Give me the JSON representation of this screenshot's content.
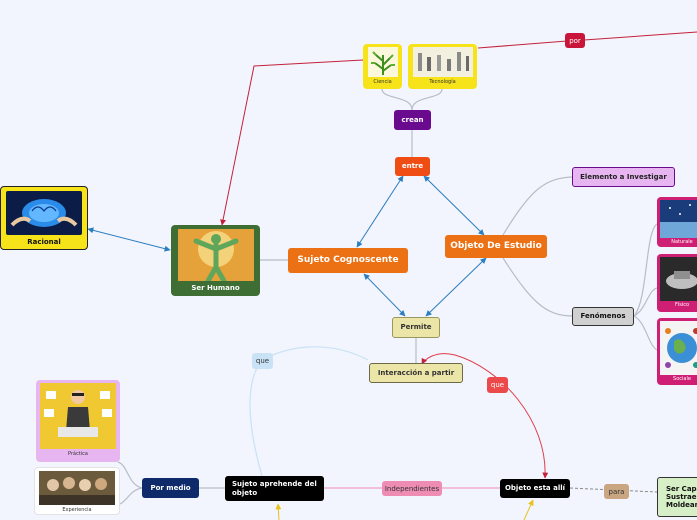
{
  "nodes": {
    "racional": "Racional",
    "ser_humano": "Ser Humano",
    "sujeto_cognoscente": "Sujeto Cognoscente",
    "objeto_de_estudio": "Objeto De Estudio",
    "entre": "entre",
    "crean": "crean",
    "ciencia": "Ciencia",
    "tecnologia": "Tecnología",
    "por": "por",
    "elemento_a_investigar": "Elemento a Investigar",
    "fenomenos": "Fenómenos",
    "naturales": "Naturale",
    "fisicos": "Físico",
    "sociales": "Sociale",
    "permite": "Permite",
    "interaccion_a_partir": "Interacción a partir",
    "que_red": "que",
    "que_blue": "que",
    "practica": "Práctica",
    "experiencia": "Experiencia",
    "por_medio": "Por medio",
    "sujeto_aprehende_line1": "Sujeto aprehende del",
    "sujeto_aprehende_line2": "objeto",
    "independientes": "Independientes",
    "objeto_esta_alli": "Objeto esta allí",
    "para": "para",
    "ser_capaz_line1": "Ser Capa",
    "ser_capaz_line2": "Sustraer",
    "ser_capaz_line3": "Moldear"
  },
  "colors": {
    "background": "#f2f5fd",
    "orange": "#ec7014",
    "orange_red": "#f04d14",
    "purple": "#6a0a8e",
    "crimson": "#c9153a",
    "link_blue": "#2a7dc0",
    "link_red": "#c4203a",
    "link_gray": "#b7bdc6",
    "yellow": "#f7e31a",
    "green_dark": "#3e6e34",
    "navy": "#0f2a6b",
    "magenta": "#cf1f74",
    "lilac": "#e7b6f0",
    "khaki": "#ebe6a8",
    "pink": "#ef8cb4",
    "tan": "#c9a681",
    "light_blue": "#c9e2f6",
    "coral": "#ec4a4a",
    "black": "#000000",
    "green_light": "#d6efc6"
  },
  "icons": [
    "brain-image",
    "human-figure-image",
    "plant-image",
    "tools-image",
    "space-image",
    "vehicle-image",
    "globe-people-image",
    "businessman-image",
    "group-image"
  ]
}
